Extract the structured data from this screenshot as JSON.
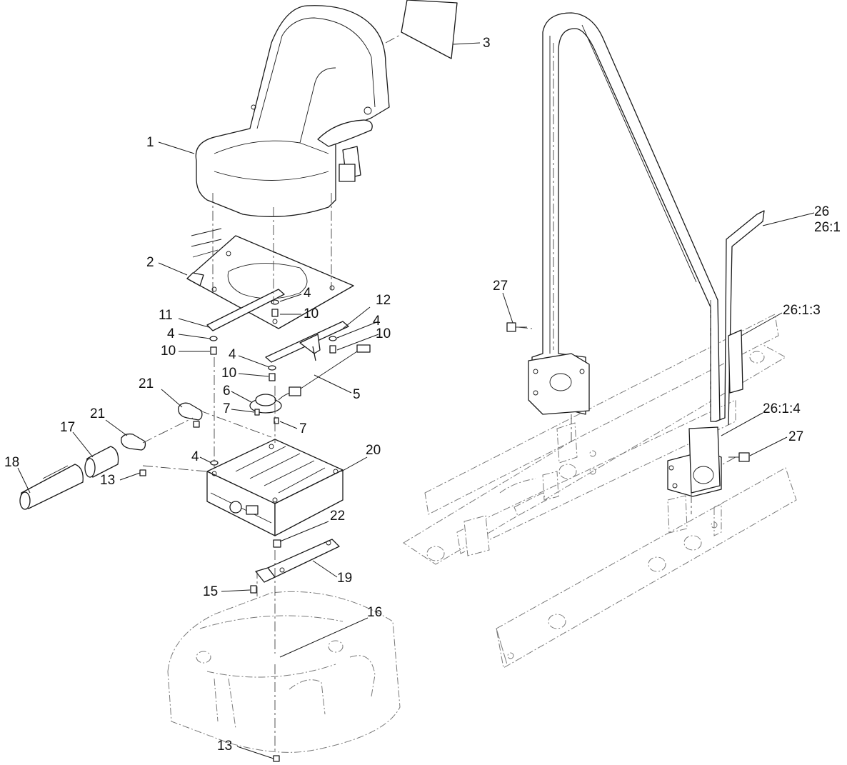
{
  "diagram": {
    "callouts": [
      "1",
      "2",
      "3",
      "4",
      "4",
      "4",
      "4",
      "4",
      "5",
      "6",
      "7",
      "7",
      "10",
      "10",
      "10",
      "10",
      "11",
      "12",
      "13",
      "13",
      "15",
      "16",
      "17",
      "18",
      "19",
      "20",
      "21",
      "21",
      "22",
      "26",
      "26:1",
      "26:1:3",
      "26:1:4",
      "27",
      "27"
    ],
    "colors": {
      "line": "#1a1a1a",
      "ghost": "#7a7a7a",
      "background": "#ffffff"
    }
  }
}
